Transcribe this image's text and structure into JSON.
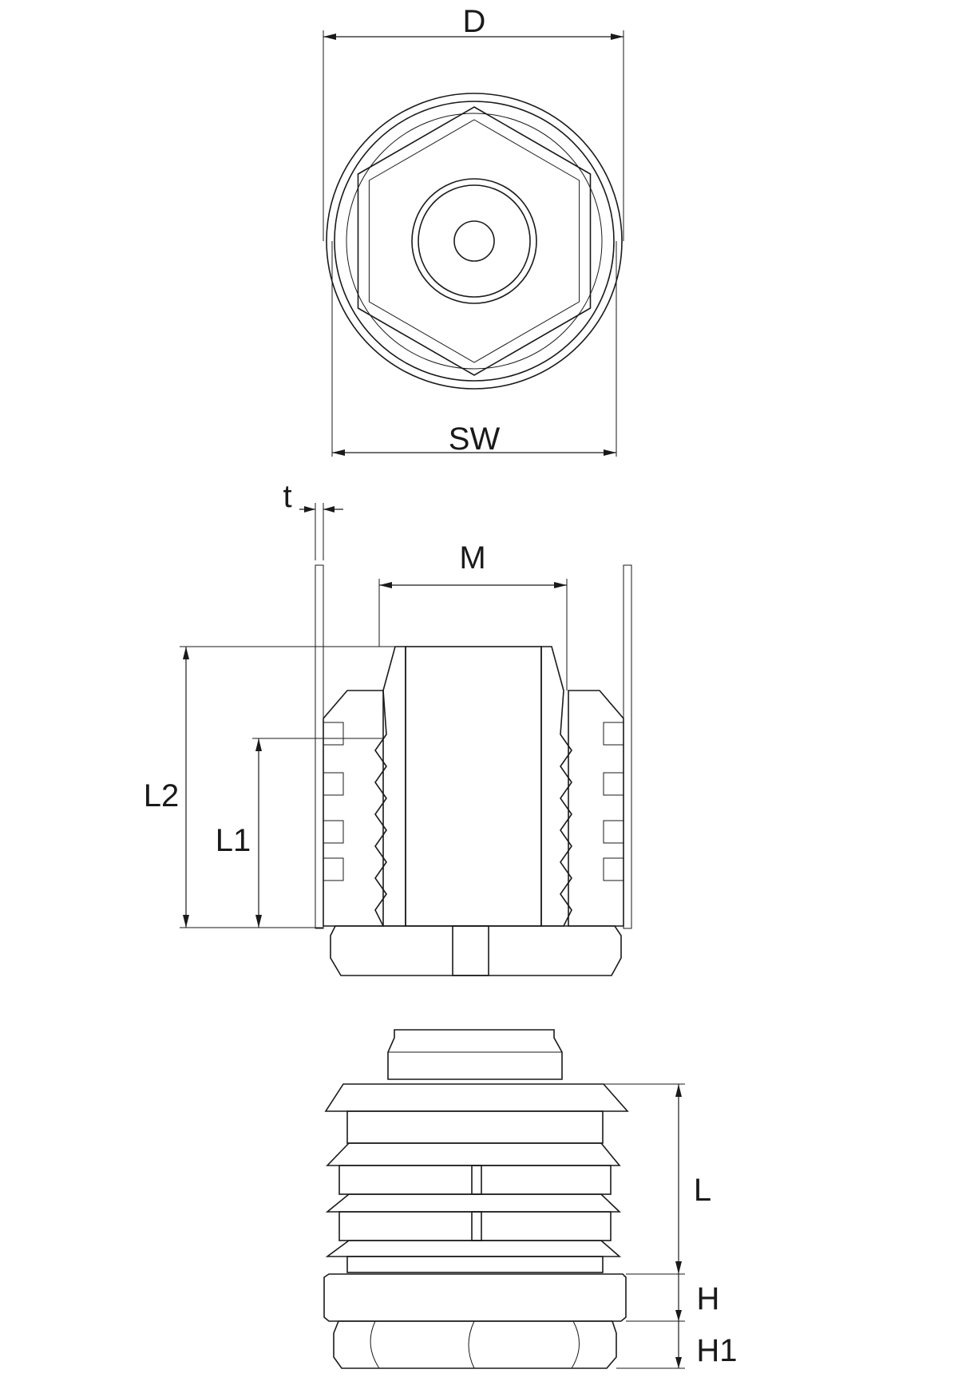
{
  "labels": {
    "D": "D",
    "SW": "SW",
    "t": "t",
    "M": "M",
    "L2": "L2",
    "L1": "L1",
    "L": "L",
    "H": "H",
    "H1": "H1"
  },
  "colors": {
    "line": "#1a1a1a",
    "background": "#ffffff"
  }
}
